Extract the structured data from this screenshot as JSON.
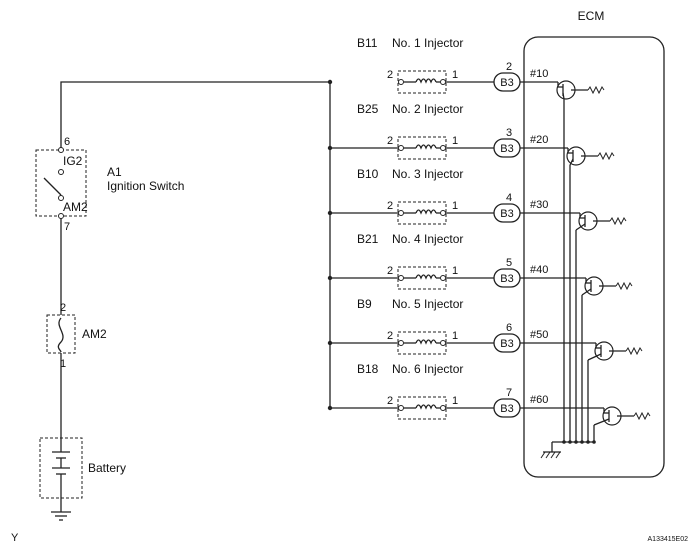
{
  "ecm": {
    "label": "ECM"
  },
  "ignition_switch": {
    "ref": "A1",
    "name": "Ignition Switch",
    "pin_top": "6",
    "pin_bottom": "7",
    "term_top": "IG2",
    "term_bottom": "AM2"
  },
  "fuse": {
    "name": "AM2",
    "pin_top": "2",
    "pin_bottom": "1"
  },
  "battery": {
    "label": "Battery"
  },
  "injectors": [
    {
      "ref": "B11",
      "name": "No. 1 Injector",
      "pin_in": "2",
      "pin_out": "1",
      "connector": "B3",
      "conn_pin": "2",
      "ecm_term": "#10"
    },
    {
      "ref": "B25",
      "name": "No. 2 Injector",
      "pin_in": "2",
      "pin_out": "1",
      "connector": "B3",
      "conn_pin": "3",
      "ecm_term": "#20"
    },
    {
      "ref": "B10",
      "name": "No. 3 Injector",
      "pin_in": "2",
      "pin_out": "1",
      "connector": "B3",
      "conn_pin": "4",
      "ecm_term": "#30"
    },
    {
      "ref": "B21",
      "name": "No. 4 Injector",
      "pin_in": "2",
      "pin_out": "1",
      "connector": "B3",
      "conn_pin": "5",
      "ecm_term": "#40"
    },
    {
      "ref": "B9",
      "name": "No. 5 Injector",
      "pin_in": "2",
      "pin_out": "1",
      "connector": "B3",
      "conn_pin": "6",
      "ecm_term": "#50"
    },
    {
      "ref": "B18",
      "name": "No. 6 Injector",
      "pin_in": "2",
      "pin_out": "1",
      "connector": "B3",
      "conn_pin": "7",
      "ecm_term": "#60"
    }
  ],
  "corner_left": "Y",
  "figure_code": "A133415E02"
}
